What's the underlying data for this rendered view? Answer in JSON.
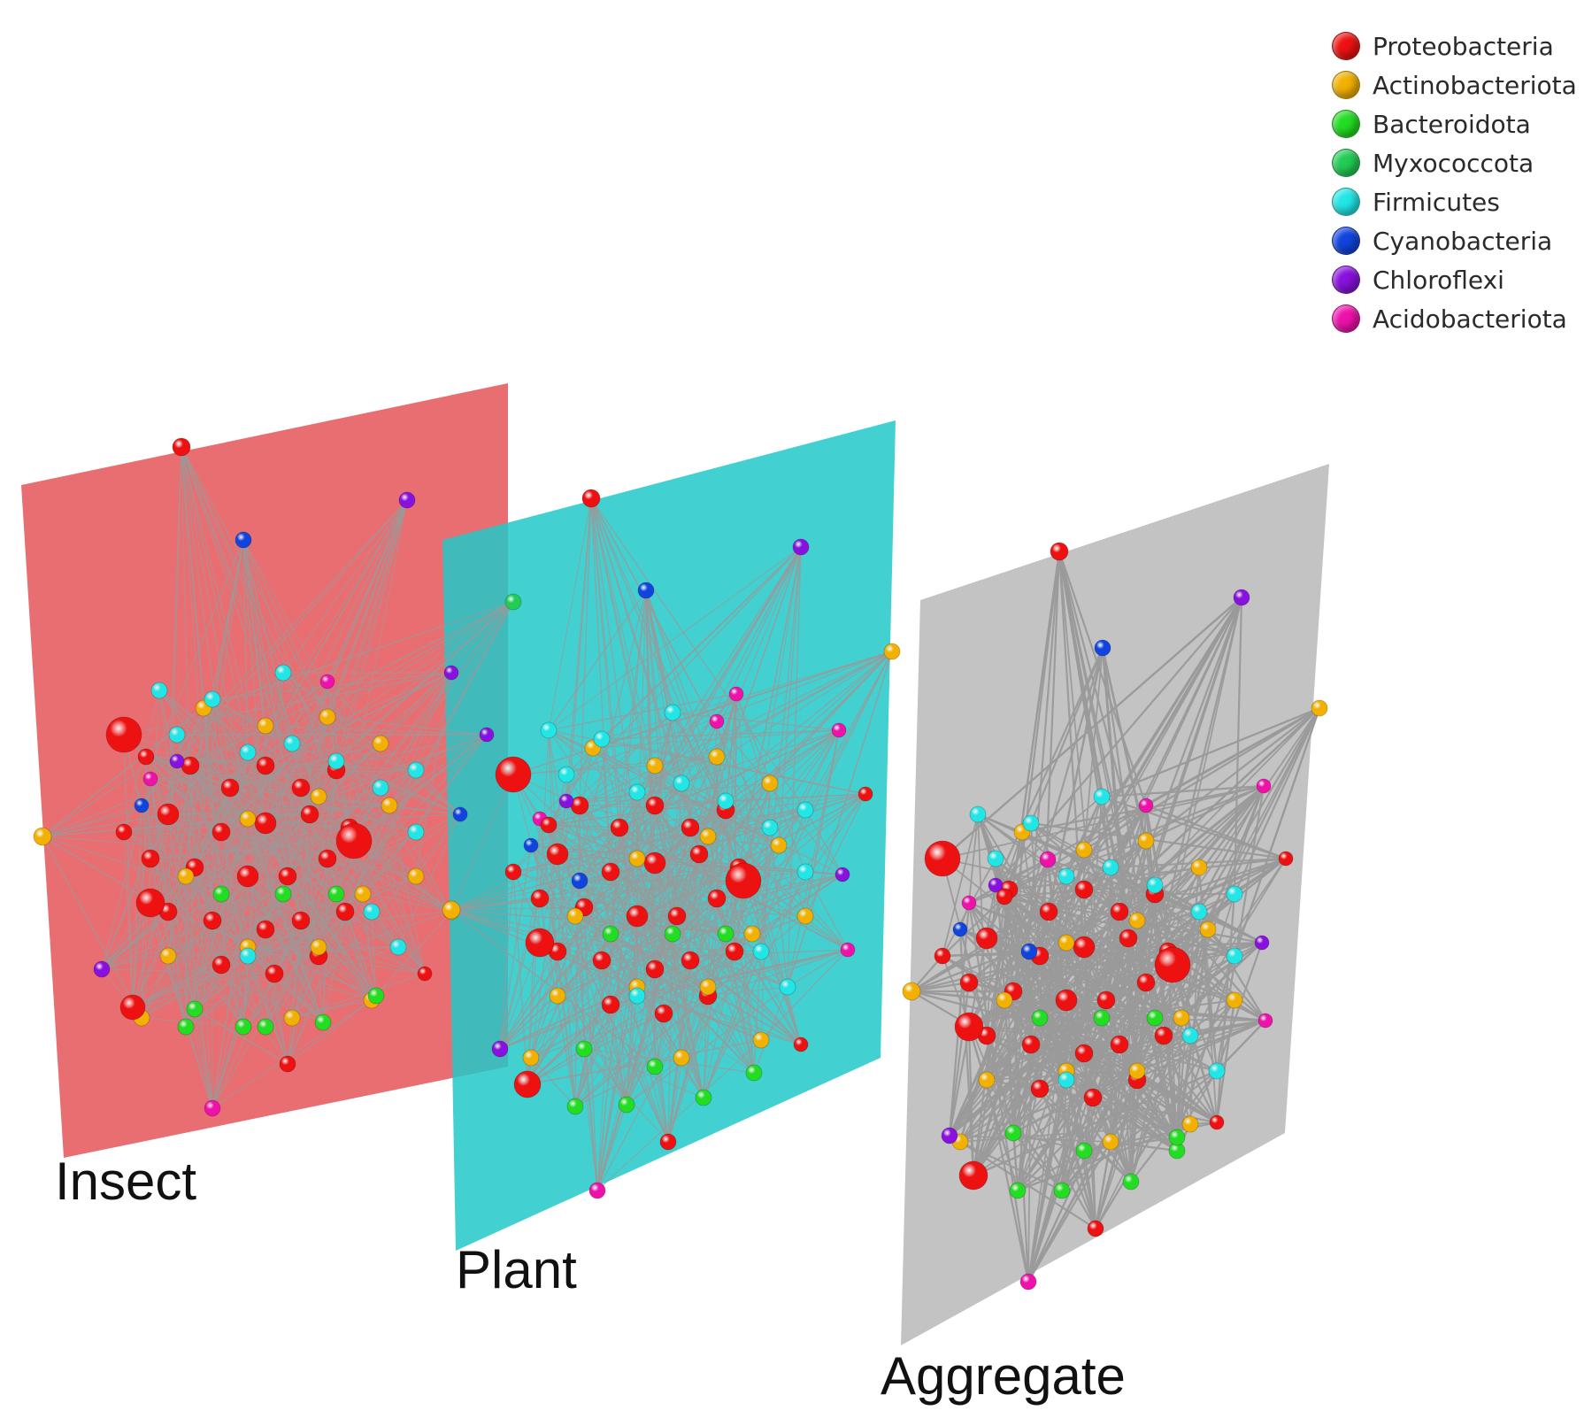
{
  "legend": {
    "items": [
      {
        "label": "Proteobacteria",
        "color": "#ee1111"
      },
      {
        "label": "Actinobacteriota",
        "color": "#f2b100"
      },
      {
        "label": "Bacteroidota",
        "color": "#22dd22"
      },
      {
        "label": "Myxococcota",
        "color": "#22cc55"
      },
      {
        "label": "Firmicutes",
        "color": "#22e6e6"
      },
      {
        "label": "Cyanobacteria",
        "color": "#1144dd"
      },
      {
        "label": "Chloroflexi",
        "color": "#8811dd"
      },
      {
        "label": "Acidobacteriota",
        "color": "#ee11aa"
      }
    ]
  },
  "layers": [
    {
      "label": "Insect",
      "color": "#e8666a"
    },
    {
      "label": "Plant",
      "color": "#22c8c8"
    },
    {
      "label": "Aggregate",
      "color": "#c0c0c0"
    }
  ],
  "edge_color": "#9a9a9a"
}
